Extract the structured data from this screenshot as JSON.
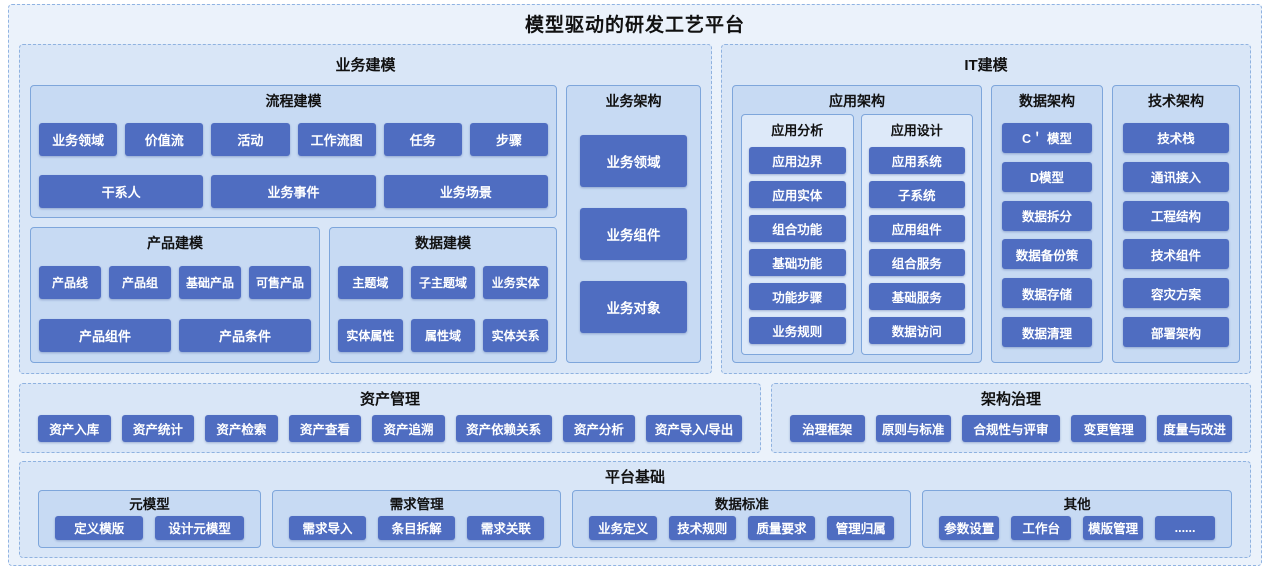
{
  "title": "模型驱动的研发工艺平台",
  "colors": {
    "node_fill": "#4f6dc1",
    "node_text": "#ffffff",
    "group_fill": "#c7daf3",
    "subgroup_fill": "#dde9f9",
    "panel_fill": "#d9e6f7",
    "outer_fill": "#ebf2fb",
    "border": "#7ea6db"
  },
  "business_modeling": {
    "title": "业务建模",
    "process_modeling": {
      "title": "流程建模",
      "row1": [
        "业务领域",
        "价值流",
        "活动",
        "工作流图",
        "任务",
        "步骤"
      ],
      "row2": [
        "干系人",
        "业务事件",
        "业务场景"
      ]
    },
    "product_modeling": {
      "title": "产品建模",
      "row1": [
        "产品线",
        "产品组",
        "基础产品",
        "可售产品"
      ],
      "row2": [
        "产品组件",
        "产品条件"
      ]
    },
    "data_modeling": {
      "title": "数据建模",
      "row1": [
        "主题域",
        "子主题域",
        "业务实体"
      ],
      "row2": [
        "实体属性",
        "属性域",
        "实体关系"
      ]
    },
    "business_architecture": {
      "title": "业务架构",
      "items": [
        "业务领域",
        "业务组件",
        "业务对象"
      ]
    }
  },
  "it_modeling": {
    "title": "IT建模",
    "application_architecture": {
      "title": "应用架构",
      "analysis": {
        "title": "应用分析",
        "items": [
          "应用边界",
          "应用实体",
          "组合功能",
          "基础功能",
          "功能步骤",
          "业务规则"
        ]
      },
      "design": {
        "title": "应用设计",
        "items": [
          "应用系统",
          "子系统",
          "应用组件",
          "组合服务",
          "基础服务",
          "数据访问"
        ]
      }
    },
    "data_architecture": {
      "title": "数据架构",
      "items": [
        "C＇ 模型",
        "D模型",
        "数据拆分",
        "数据备份策",
        "数据存储",
        "数据清理"
      ]
    },
    "technical_architecture": {
      "title": "技术架构",
      "items": [
        "技术栈",
        "通讯接入",
        "工程结构",
        "技术组件",
        "容灾方案",
        "部署架构"
      ]
    }
  },
  "asset_management": {
    "title": "资产管理",
    "items": [
      "资产入库",
      "资产统计",
      "资产检索",
      "资产查看",
      "资产追溯",
      "资产依赖关系",
      "资产分析",
      "资产导入/导出"
    ]
  },
  "architecture_governance": {
    "title": "架构治理",
    "items": [
      "治理框架",
      "原则与标准",
      "合规性与评审",
      "变更管理",
      "度量与改进"
    ]
  },
  "platform_foundation": {
    "title": "平台基础",
    "meta_model": {
      "title": "元模型",
      "items": [
        "定义模版",
        "设计元模型"
      ]
    },
    "requirement_management": {
      "title": "需求管理",
      "items": [
        "需求导入",
        "条目拆解",
        "需求关联"
      ]
    },
    "data_standard": {
      "title": "数据标准",
      "items": [
        "业务定义",
        "技术规则",
        "质量要求",
        "管理归属"
      ]
    },
    "others": {
      "title": "其他",
      "items": [
        "参数设置",
        "工作台",
        "模版管理",
        "......"
      ]
    }
  }
}
